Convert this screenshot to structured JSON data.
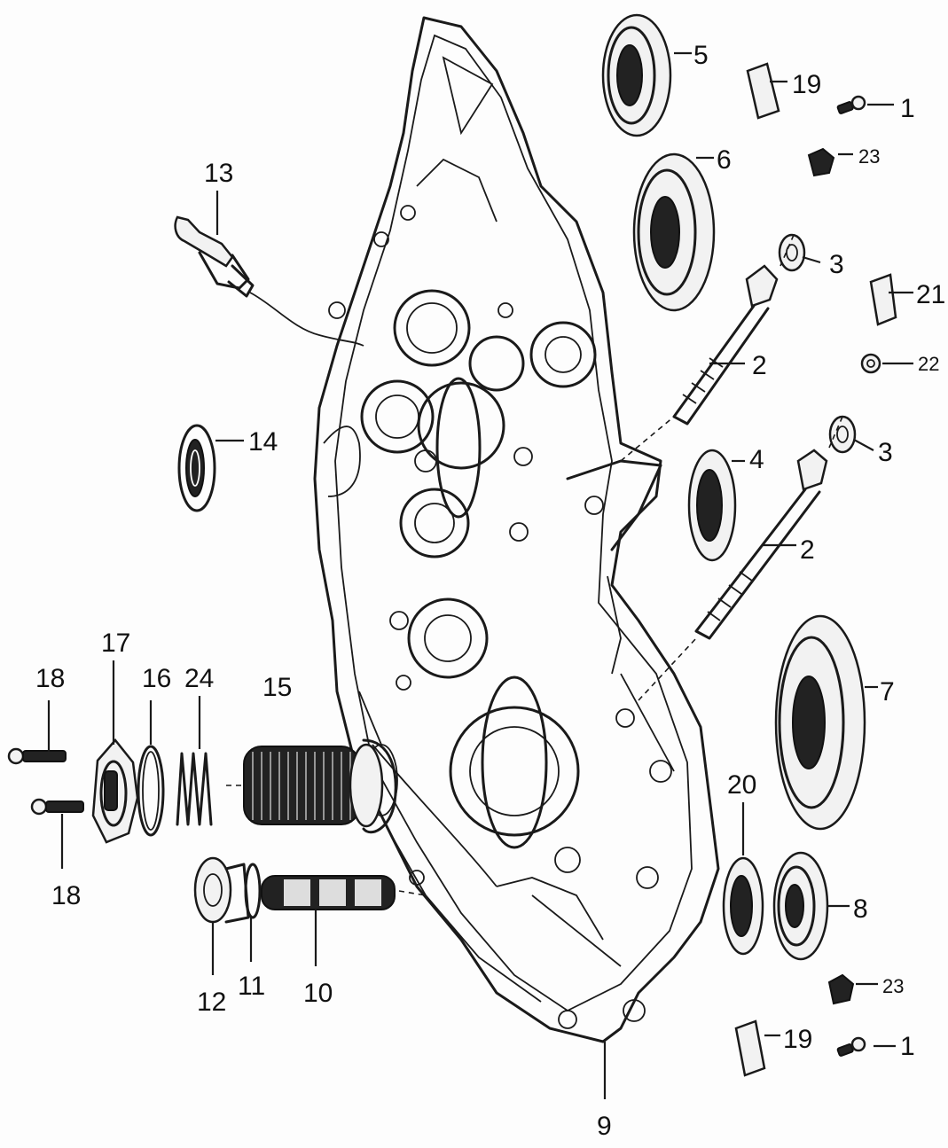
{
  "callouts": {
    "c1a": "1",
    "c1b": "1",
    "c2a": "2",
    "c2b": "2",
    "c3a": "3",
    "c3b": "3",
    "c4": "4",
    "c5": "5",
    "c6": "6",
    "c7": "7",
    "c8": "8",
    "c9": "9",
    "c10": "10",
    "c11": "11",
    "c12": "12",
    "c13": "13",
    "c14": "14",
    "c15": "15",
    "c16": "16",
    "c17": "17",
    "c18a": "18",
    "c18b": "18",
    "c19a": "19",
    "c19b": "19",
    "c20": "20",
    "c21": "21",
    "c22": "22",
    "c23a": "23",
    "c23b": "23",
    "c24": "24"
  }
}
